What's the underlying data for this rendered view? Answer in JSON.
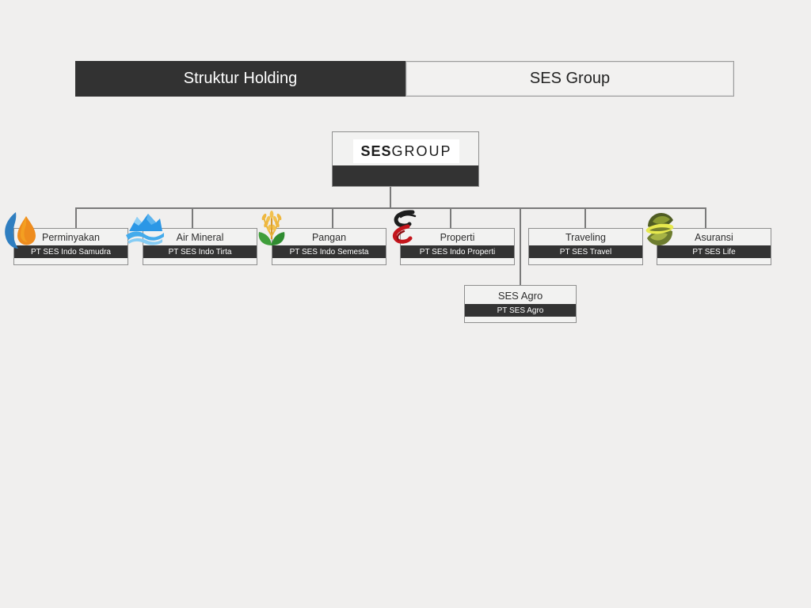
{
  "page": {
    "background": "#f0efee"
  },
  "header": {
    "active_tab": "Struktur Holding",
    "inactive_tab": "SES Group"
  },
  "org": {
    "root": {
      "logo_bold": "SES",
      "logo_light": "GROUP"
    },
    "divisions": [
      {
        "label": "Perminyakan",
        "company": "PT SES Indo Samudra",
        "icon": "oil-flame-icon"
      },
      {
        "label": "Air Mineral",
        "company": "PT SES Indo Tirta",
        "icon": "water-mountain-icon"
      },
      {
        "label": "Pangan",
        "company": "PT SES Indo Semesta",
        "icon": "wheat-hands-icon"
      },
      {
        "label": "Properti",
        "company": "PT SES Indo Properti",
        "icon": "s-flame-icon"
      },
      {
        "label": "Traveling",
        "company": "PT SES Travel",
        "icon": "none"
      },
      {
        "label": "Asuransi",
        "company": "PT SES Life",
        "icon": "s-sphere-icon"
      }
    ],
    "second_row_division": {
      "label": "SES Agro",
      "company": "PT SES Agro"
    }
  },
  "colors": {
    "dark_bar": "#333333",
    "connector_line": "#7a7a7a",
    "node_background": "#f2f2f1",
    "node_border": "#8e8e8e",
    "header_dark": "#323232"
  }
}
